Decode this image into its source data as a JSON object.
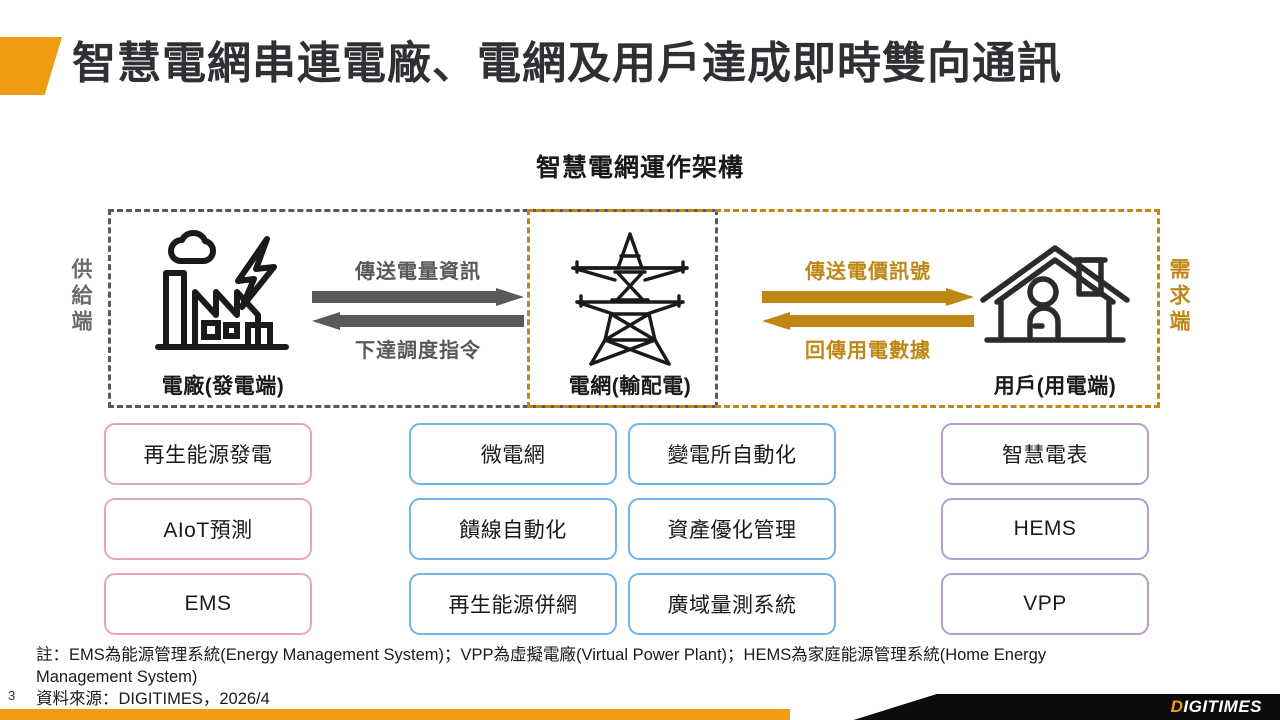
{
  "header": {
    "title": "智慧電網串連電廠、電網及用戶達成即時雙向通訊",
    "accent_color": "#ef9c13"
  },
  "diagram": {
    "title": "智慧電網運作架構",
    "side_labels": {
      "supply": "供給端",
      "demand": "需求端"
    },
    "region_colors": {
      "supply_dashed": "#595959",
      "demand_dashed": "#bf8715"
    },
    "nodes": [
      {
        "icon": "factory-icon",
        "label": "電廠(發電端)"
      },
      {
        "icon": "transmission-tower-icon",
        "label": "電網(輸配電)"
      },
      {
        "icon": "house-icon",
        "label": "用戶(用電端)"
      }
    ],
    "flows": [
      {
        "id": "plant-grid",
        "color": "#595959",
        "forward_label": "傳送電量資訊",
        "reverse_label": "下達調度指令"
      },
      {
        "id": "grid-user",
        "color": "#bf8715",
        "forward_label": "傳送電價訊號",
        "reverse_label": "回傳用電數據"
      }
    ]
  },
  "columns": [
    {
      "id": "supply-tech",
      "border_color": "#e8a7ae",
      "items": [
        "再生能源發電",
        "AIoT預測",
        "EMS"
      ]
    },
    {
      "id": "grid-tech-a",
      "border_color": "#74b3e8",
      "items": [
        "微電網",
        "饋線自動化",
        "再生能源併網"
      ]
    },
    {
      "id": "grid-tech-b",
      "border_color": "#74b3e8",
      "items": [
        "變電所自動化",
        "資產優化管理",
        "廣域量測系統"
      ]
    },
    {
      "id": "demand-tech",
      "border_color": "#b49ccf",
      "items": [
        "智慧電表",
        "HEMS",
        "VPP"
      ]
    }
  ],
  "footnotes": {
    "line1": "註：EMS為能源管理系統(Energy Management System)；VPP為虛擬電廠(Virtual Power Plant)；HEMS為家庭能源管理系統(Home Energy",
    "line2": "Management System)",
    "line3": "資料來源：DIGITIMES，2026/4"
  },
  "footer": {
    "page_number": "3",
    "logo_first": "D",
    "logo_rest": "IGITIMES",
    "bar_color": "#ef9c13",
    "logo_block_color": "#0b0b0b"
  }
}
